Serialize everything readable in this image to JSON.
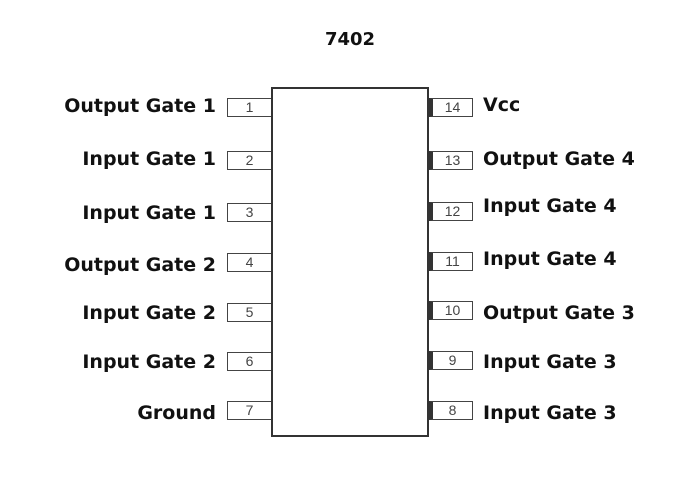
{
  "title": "7402",
  "left_pins": [
    {
      "number": "1",
      "label": "Output Gate 1"
    },
    {
      "number": "2",
      "label": "Input Gate 1"
    },
    {
      "number": "3",
      "label": "Input Gate 1"
    },
    {
      "number": "4",
      "label": "Output Gate 2"
    },
    {
      "number": "5",
      "label": "Input Gate 2"
    },
    {
      "number": "6",
      "label": "Input Gate 2"
    },
    {
      "number": "7",
      "label": "Ground"
    }
  ],
  "right_pins": [
    {
      "number": "14",
      "label": "Vcc"
    },
    {
      "number": "13",
      "label": "Output Gate 4"
    },
    {
      "number": "12",
      "label": "Input Gate 4"
    },
    {
      "number": "11",
      "label": "Input Gate 4"
    },
    {
      "number": "10",
      "label": "Output Gate 3"
    },
    {
      "number": "9",
      "label": "Input Gate 3"
    },
    {
      "number": "8",
      "label": "Input Gate 3"
    }
  ]
}
